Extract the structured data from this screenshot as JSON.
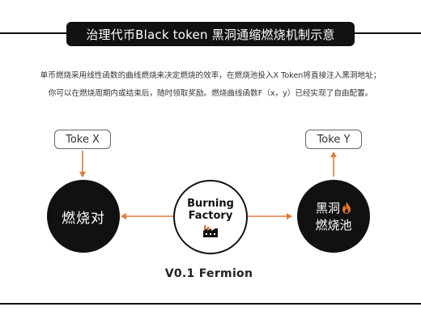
{
  "title": "治理代币Black token 黑洞通缩燃烧机制示意",
  "description": {
    "line1": "单币燃烧采用线性函数的曲线燃烧来决定燃烧的效率，在燃烧池投入X Token将直接注入黑洞地址；",
    "line2": "你可以在燃烧周期内或结束后，随时领取奖励。燃烧曲线函数F（x，y）已经实现了自由配置。"
  },
  "diagram": {
    "token_x": "Toke X",
    "token_y": "Toke Y",
    "burn_pair": "燃烧对",
    "factory_line1": "Burning",
    "factory_line2": "Factory",
    "black_hole_line1": "黑洞",
    "black_hole_line2": "燃烧池",
    "version": "V0.1 Fermion"
  },
  "colors": {
    "arrow": "#e07b39",
    "flame": "#e8742a",
    "dark": "#111111"
  },
  "icons": [
    "factory-icon",
    "flame-icon"
  ]
}
